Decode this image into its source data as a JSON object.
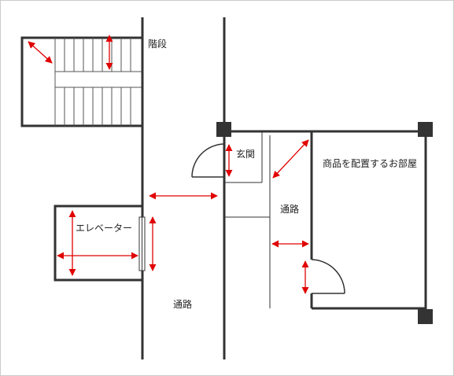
{
  "colors": {
    "wall": "#333333",
    "arrow": "#e00000",
    "border": "#cccccc",
    "background": "#ffffff"
  },
  "labels": {
    "stairs": "階段",
    "entrance": "玄関",
    "product_room": "商品を配置するお部屋",
    "elevator": "エレベーター",
    "corridor_inner": "通路",
    "corridor_outer": "通路"
  }
}
